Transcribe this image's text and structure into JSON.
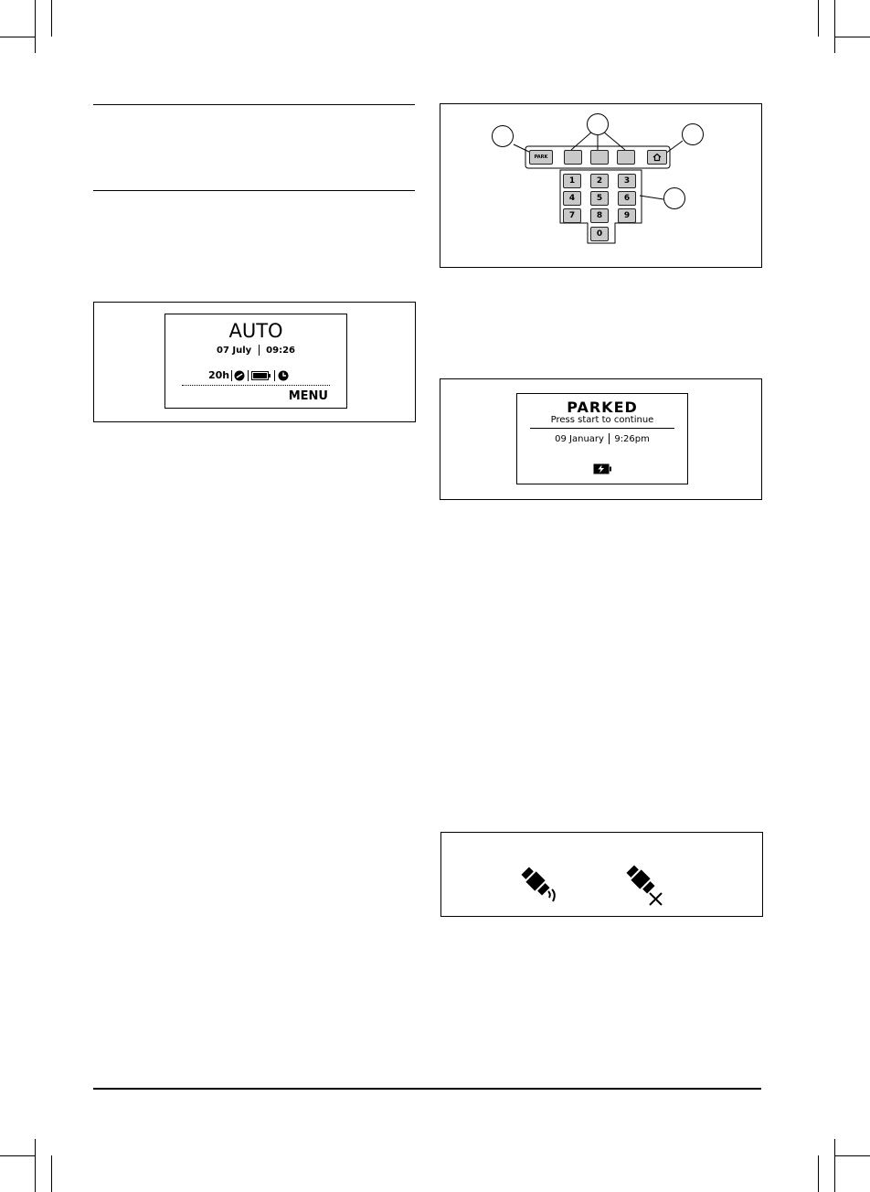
{
  "auto_screen": {
    "mode": "AUTO",
    "date": "07 July",
    "time": "09:26",
    "hours": "20h",
    "menu_label": "MENU"
  },
  "keypad": {
    "park_key_label": "PARK",
    "digits": [
      "1",
      "2",
      "3",
      "4",
      "5",
      "6",
      "7",
      "8",
      "9",
      "0"
    ]
  },
  "parked_screen": {
    "status": "PARKED",
    "instruction": "Press start to continue",
    "date": "09 January",
    "time": "9:26pm"
  },
  "icons": {
    "gps_connected": "satellite-signal-icon",
    "gps_disconnected": "satellite-no-signal-icon"
  }
}
